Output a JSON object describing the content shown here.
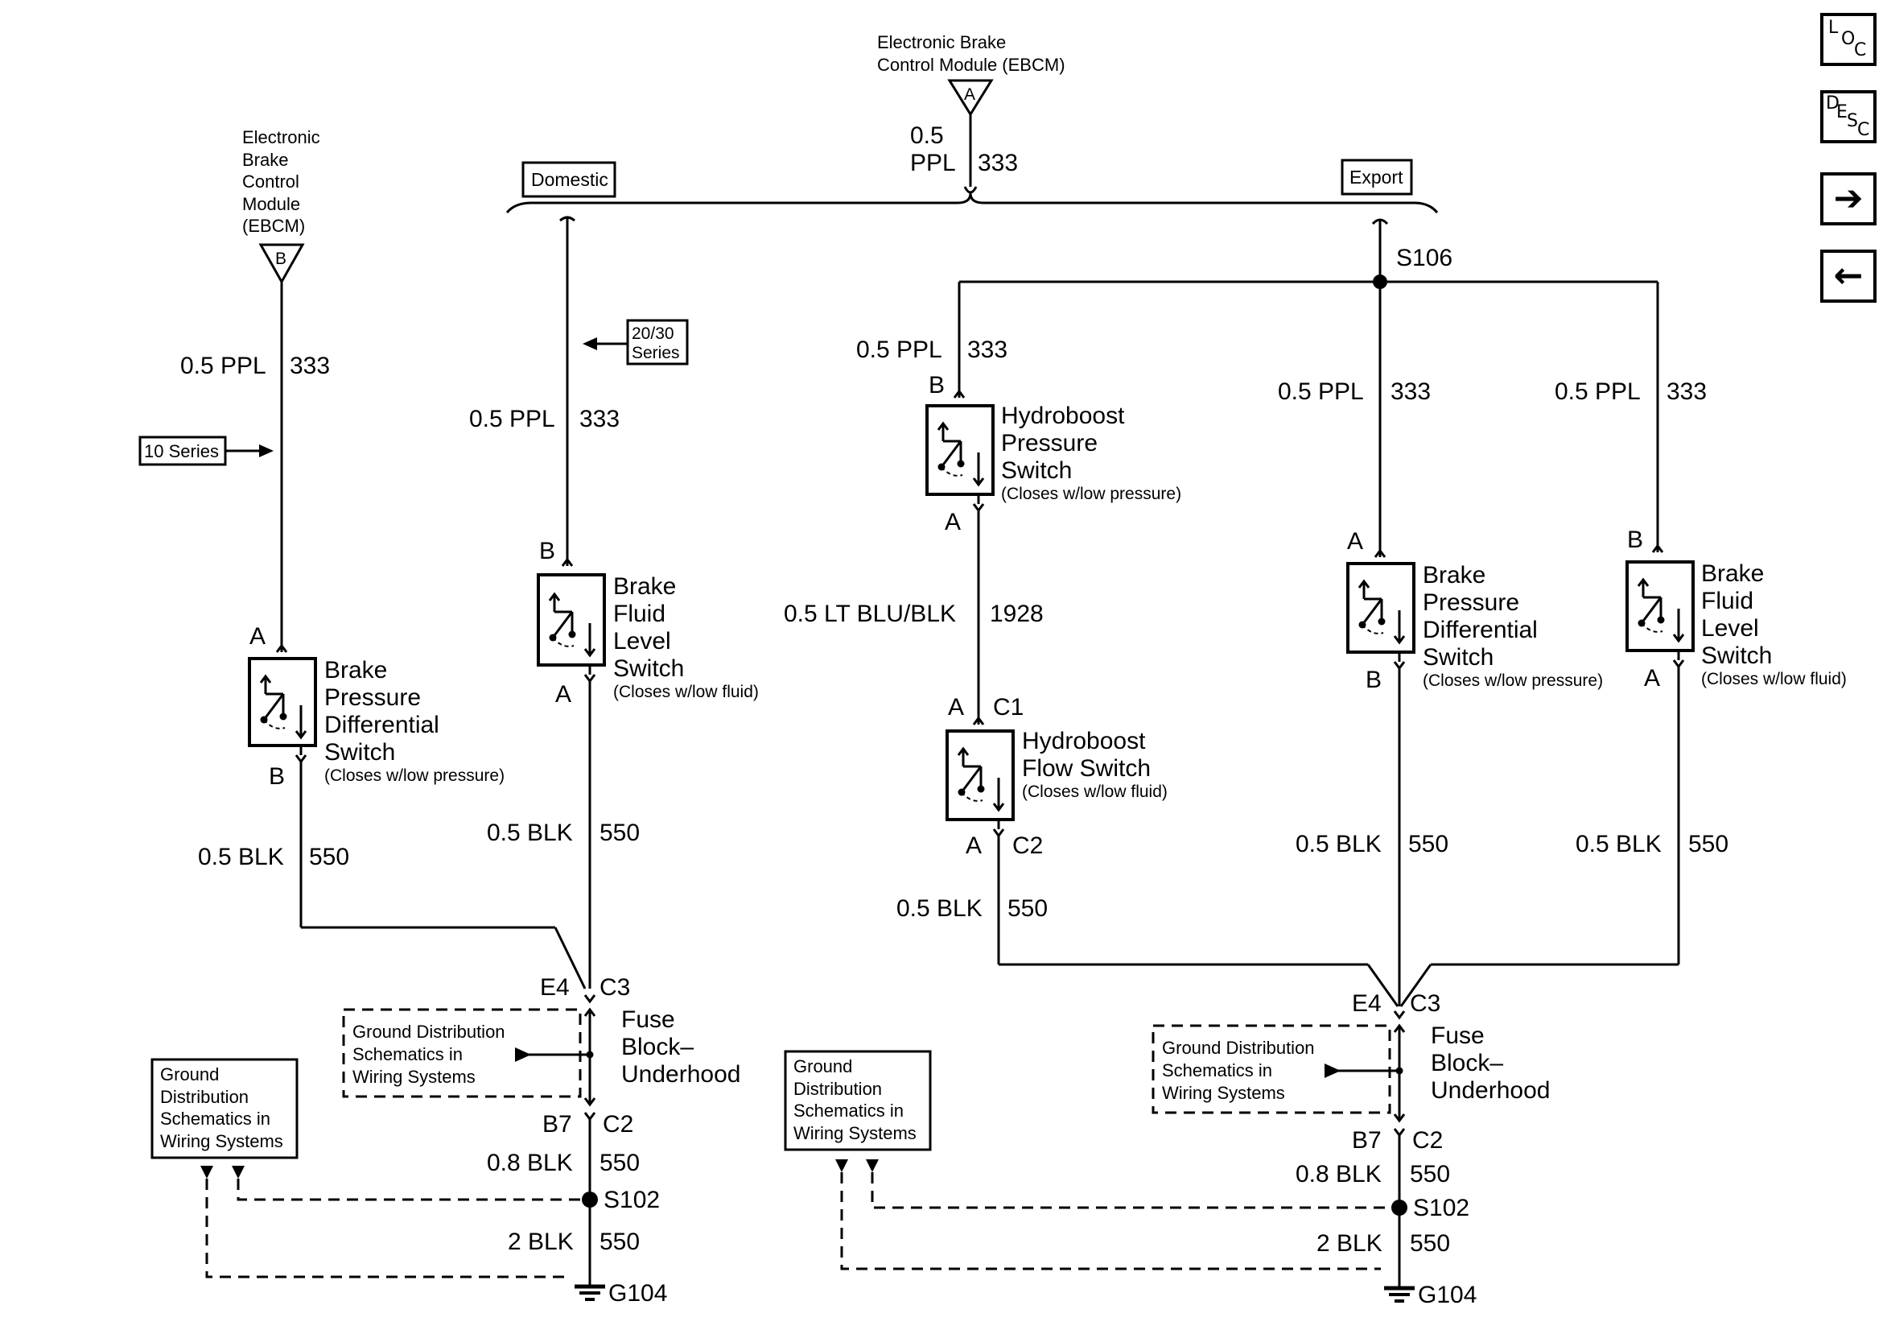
{
  "nav": {
    "loc_letters": [
      "L",
      "O",
      "C"
    ],
    "desc_letters": [
      "D",
      "E",
      "S",
      "C"
    ],
    "forward_glyph": "➔",
    "back_glyph": "←"
  },
  "labels": {
    "ebcm_a_line1": "Electronic Brake",
    "ebcm_a_line2": "Control Module (EBCM)",
    "ebcm_a_conn": "A",
    "top_gauge": "0.5",
    "top_color": "PPL",
    "top_circuit": "333",
    "domestic": "Domestic",
    "export": "Export",
    "ebcm_b_lines": [
      "Electronic",
      "Brake",
      "Control",
      "Module",
      "(EBCM)"
    ],
    "ebcm_b_conn": "B",
    "series_2030_line1": "20/30",
    "series_2030_line2": "Series",
    "series_10": "10 Series",
    "s106": "S106",
    "wire_ppl": "0.5 PPL",
    "circuit_333": "333",
    "wire_blk": "0.5 BLK",
    "circuit_550": "550",
    "wire_ltblu": "0.5 LT BLU/BLK",
    "circuit_1928": "1928",
    "wire_08blk": "0.8 BLK",
    "wire_2blk": "2 BLK",
    "pin_a": "A",
    "pin_b": "B",
    "conn_c1": "C1",
    "conn_c2": "C2",
    "conn_c3": "C3",
    "conn_e4": "E4",
    "conn_b7": "B7",
    "s102": "S102",
    "g104": "G104",
    "bpd_switch": [
      "Brake",
      "Pressure",
      "Differential",
      "Switch"
    ],
    "bfl_switch": [
      "Brake",
      "Fluid",
      "Level",
      "Switch"
    ],
    "hb_pressure_switch": [
      "Hydroboost",
      "Pressure",
      "Switch"
    ],
    "hb_flow_switch": [
      "Hydroboost",
      "Flow Switch"
    ],
    "note_low_pressure": "(Closes w/low pressure)",
    "note_low_fluid": "(Closes w/low fluid)",
    "fuse_block": [
      "Fuse",
      "Block–",
      "Underhood"
    ],
    "ground_dist_inner": [
      "Ground Distribution",
      "Schematics in",
      "Wiring Systems"
    ],
    "ground_dist_box": [
      "Ground",
      "Distribution",
      "Schematics in",
      "Wiring Systems"
    ]
  }
}
